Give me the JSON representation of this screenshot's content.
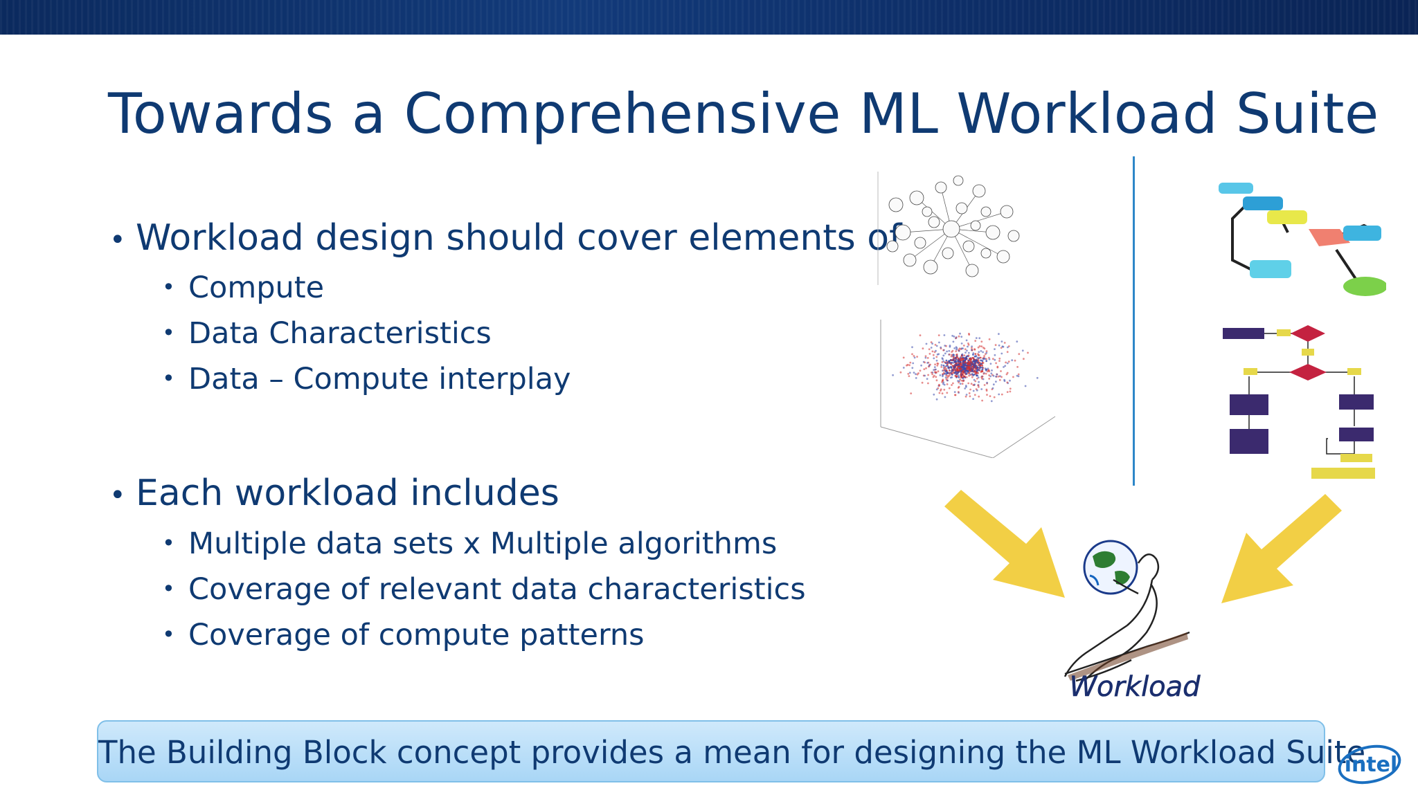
{
  "slide": {
    "title": "Towards a Comprehensive ML Workload Suite",
    "bullets": [
      {
        "text": "Workload design should cover elements of",
        "subitems": [
          "Compute",
          "Data Characteristics",
          "Data – Compute interplay"
        ]
      },
      {
        "text": "Each workload includes",
        "subitems": [
          "Multiple data sets x Multiple algorithms",
          "Coverage of relevant data characteristics",
          "Coverage of compute patterns"
        ]
      }
    ],
    "banner": "The Building Block concept provides a mean for designing the ML Workload Suite",
    "figure_label": "Workload",
    "logo": "intel"
  },
  "colors": {
    "title": "#0f3a72",
    "banner_bg": "#b7ddf7",
    "arrow": "#f2cf45",
    "divider": "#2d86c8"
  }
}
